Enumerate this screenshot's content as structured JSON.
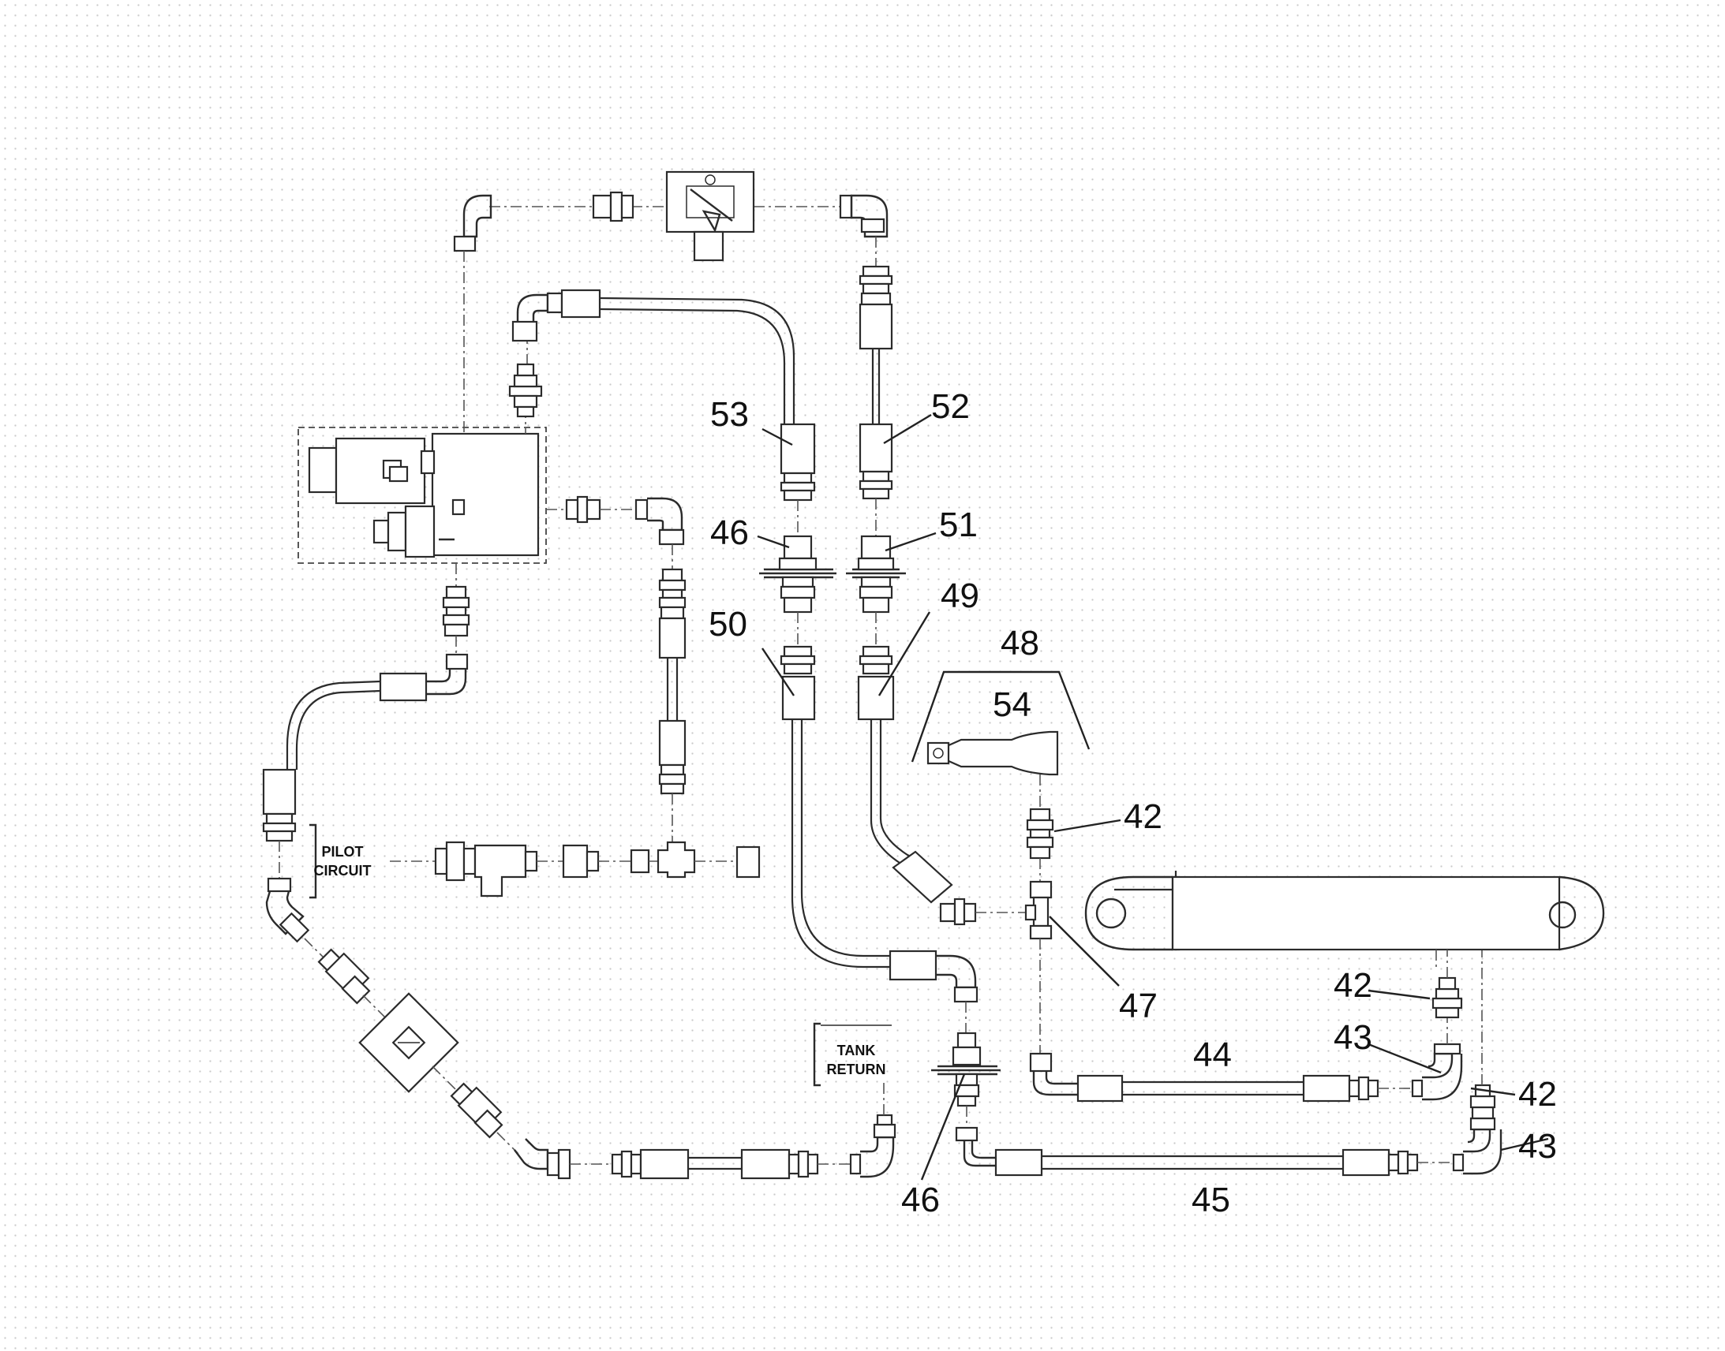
{
  "labels": {
    "pilot_circuit_line1": "PILOT",
    "pilot_circuit_line2": "CIRCUIT",
    "tank_return_line1": "TANK",
    "tank_return_line2": "RETURN"
  },
  "callouts": {
    "c53": "53",
    "c52": "52",
    "c46_top": "46",
    "c51": "51",
    "c50": "50",
    "c49": "49",
    "c48": "48",
    "c54": "54",
    "c42_a": "42",
    "c47": "47",
    "c42_b": "42",
    "c43_a": "43",
    "c44": "44",
    "c42_c": "42",
    "c43_b": "43",
    "c45": "45",
    "c46_bottom": "46"
  }
}
